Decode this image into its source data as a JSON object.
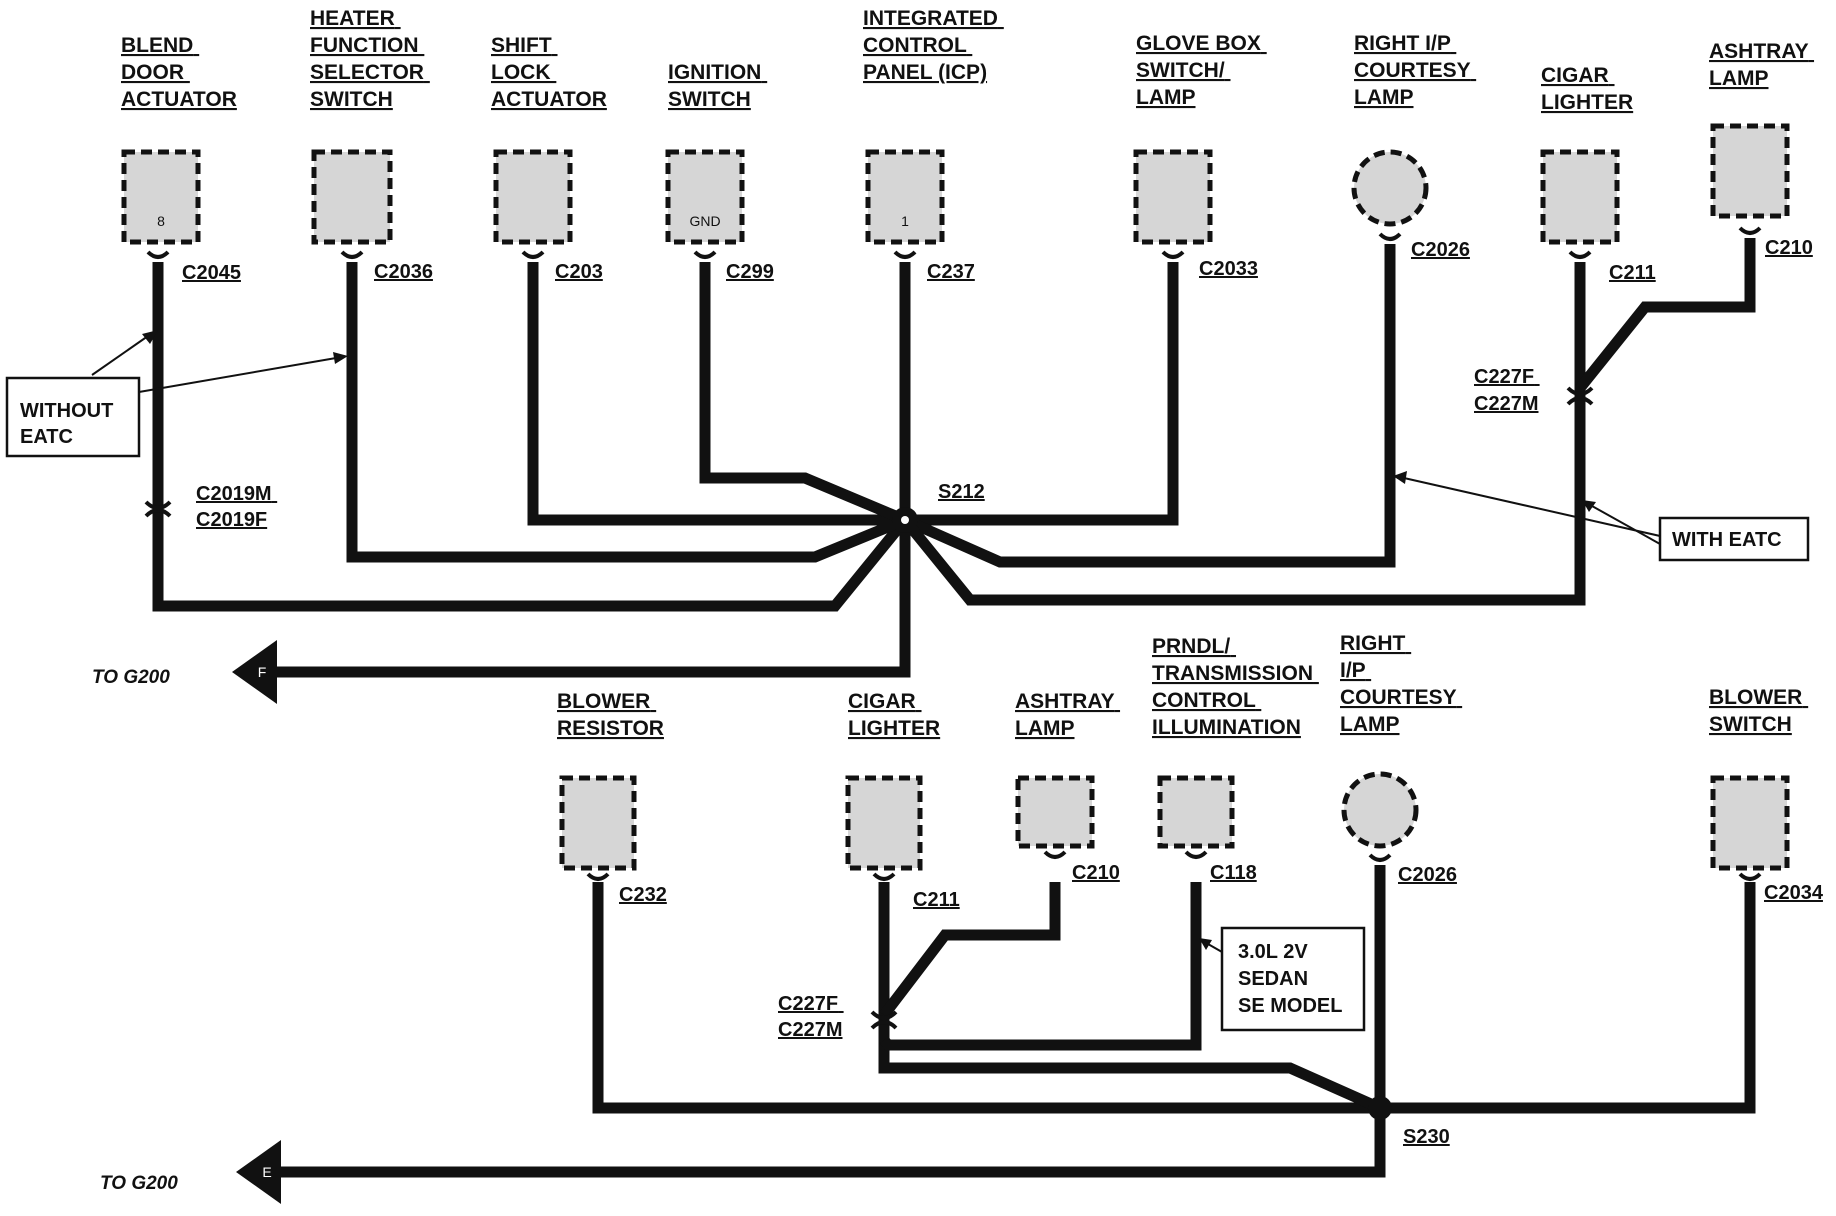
{
  "top_components": [
    {
      "id": "blend",
      "label": [
        "BLEND",
        "DOOR",
        "ACTUATOR"
      ],
      "connector": "C2045",
      "pin": "8"
    },
    {
      "id": "heater",
      "label": [
        "HEATER",
        "FUNCTION",
        "SELECTOR",
        "SWITCH"
      ],
      "connector": "C2036",
      "pin": ""
    },
    {
      "id": "shift",
      "label": [
        "SHIFT",
        "LOCK",
        "ACTUATOR"
      ],
      "connector": "C203",
      "pin": ""
    },
    {
      "id": "ignition",
      "label": [
        "IGNITION",
        "SWITCH"
      ],
      "connector": "C299",
      "pin": "GND"
    },
    {
      "id": "icp",
      "label": [
        "INTEGRATED",
        "CONTROL",
        "PANEL (ICP)"
      ],
      "connector": "C237",
      "pin": "1"
    },
    {
      "id": "glove",
      "label": [
        "GLOVE BOX",
        "SWITCH/",
        "LAMP"
      ],
      "connector": "C2033",
      "pin": ""
    },
    {
      "id": "rcourtesy",
      "label": [
        "RIGHT I/P",
        "COURTESY",
        "LAMP"
      ],
      "connector": "C2026",
      "pin": ""
    },
    {
      "id": "cigar",
      "label": [
        "CIGAR",
        "LIGHTER"
      ],
      "connector": "C211",
      "pin": ""
    },
    {
      "id": "ashtray",
      "label": [
        "ASHTRAY",
        "LAMP"
      ],
      "connector": "C210",
      "pin": ""
    }
  ],
  "bottom_components": [
    {
      "id": "bresistor",
      "label": [
        "BLOWER",
        "RESISTOR"
      ],
      "connector": "C232"
    },
    {
      "id": "bcigar",
      "label": [
        "CIGAR",
        "LIGHTER"
      ],
      "connector": "C211"
    },
    {
      "id": "bashtray",
      "label": [
        "ASHTRAY",
        "LAMP"
      ],
      "connector": "C210"
    },
    {
      "id": "prndl",
      "label": [
        "PRNDL/",
        "TRANSMISSION",
        "CONTROL",
        "ILLUMINATION"
      ],
      "connector": "C118"
    },
    {
      "id": "bcourtesy",
      "label": [
        "RIGHT",
        "I/P",
        "COURTESY",
        "LAMP"
      ],
      "connector": "C2026"
    },
    {
      "id": "bswitch",
      "label": [
        "BLOWER",
        "SWITCH"
      ],
      "connector": "C2034"
    }
  ],
  "inline_connectors": {
    "c2019": [
      "C2019M",
      "C2019F"
    ],
    "c227_top": [
      "C227F",
      "C227M"
    ],
    "c227_bottom": [
      "C227F",
      "C227M"
    ]
  },
  "splices": {
    "top": "S212",
    "bottom": "S230"
  },
  "grounds": [
    {
      "label": "TO G200",
      "letter": "F"
    },
    {
      "label": "TO G200",
      "letter": "E"
    }
  ],
  "notes": {
    "without_eatc": [
      "WITHOUT",
      "EATC"
    ],
    "with_eatc": "WITH EATC",
    "sedan": [
      "3.0L 2V",
      "SEDAN",
      "SE MODEL"
    ]
  },
  "colors": {
    "wire": "#111111",
    "component_fill": "#d6d6d6",
    "background": "#ffffff"
  }
}
